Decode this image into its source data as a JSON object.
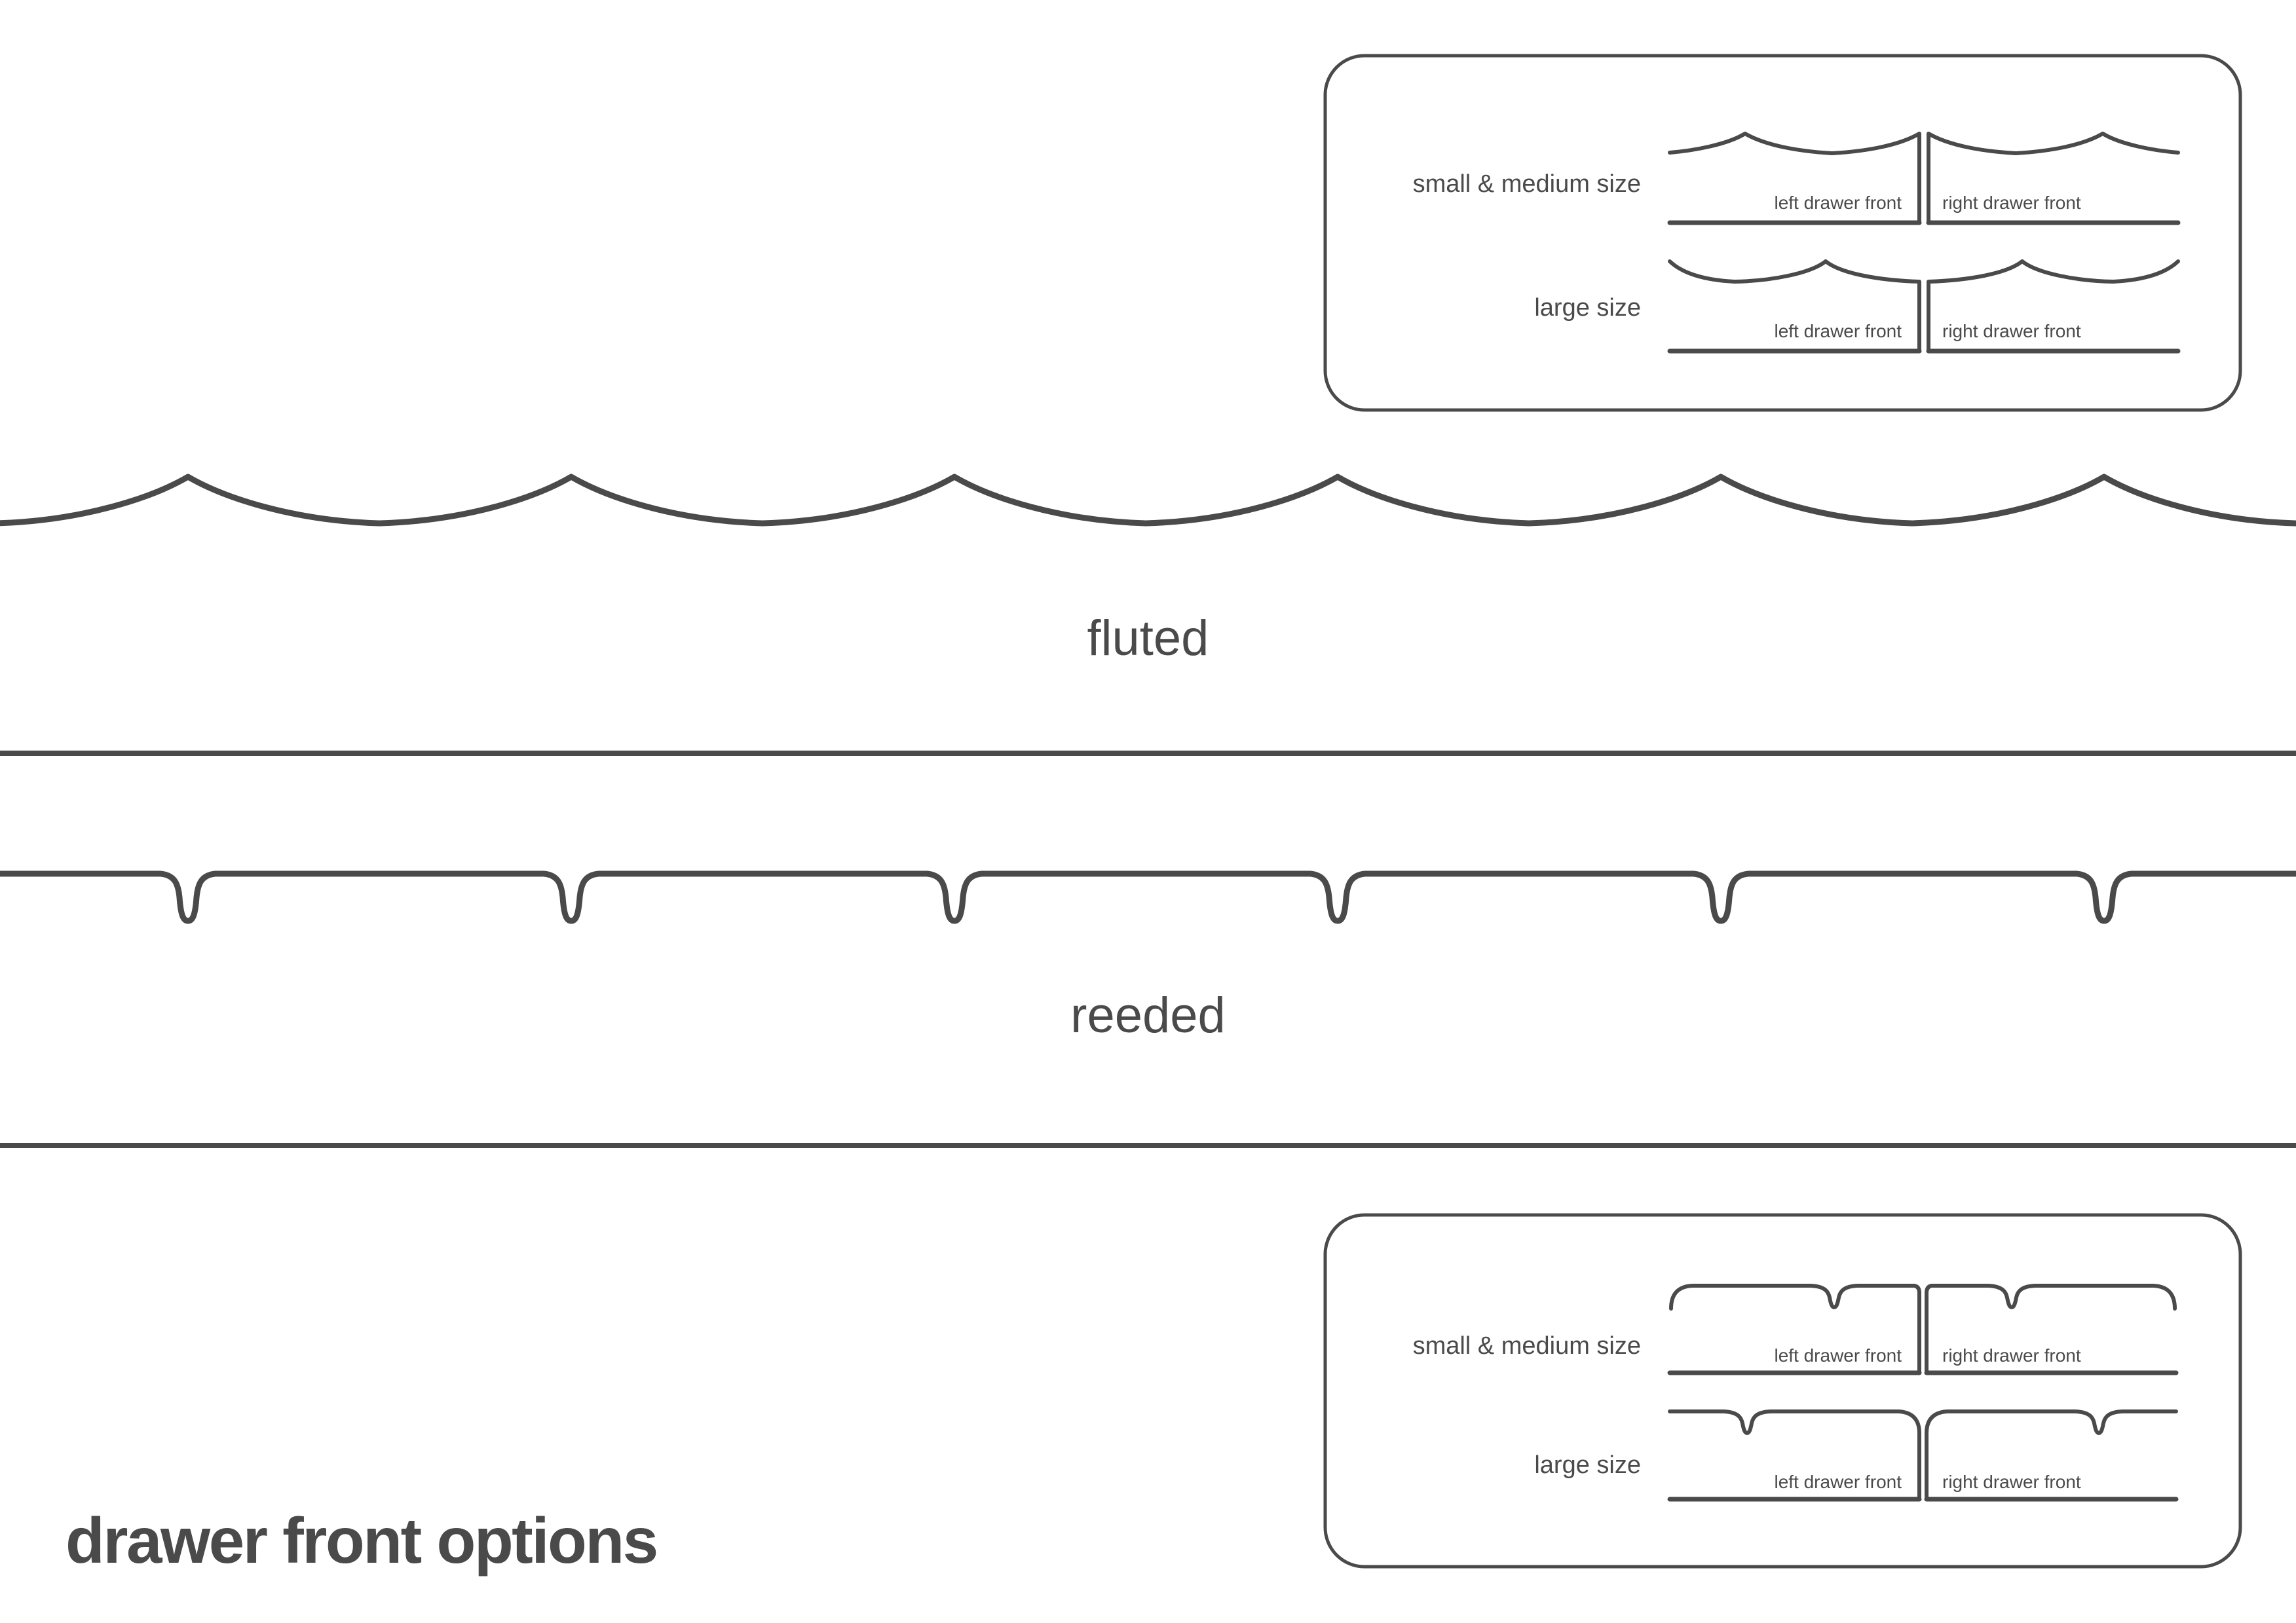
{
  "title": "drawer front options",
  "colors": {
    "line": "#4a4a4a",
    "text": "#4a4a4a",
    "background": "#ffffff"
  },
  "profiles": [
    {
      "id": "fluted",
      "label": "fluted"
    },
    {
      "id": "reeded",
      "label": "reeded"
    }
  ],
  "option_boxes": [
    {
      "id": "fluted-options",
      "rows": [
        {
          "size_label": "small & medium size",
          "left_piece_label": "left drawer front",
          "right_piece_label": "right drawer front"
        },
        {
          "size_label": "large size",
          "left_piece_label": "left drawer front",
          "right_piece_label": "right drawer front"
        }
      ]
    },
    {
      "id": "reeded-options",
      "rows": [
        {
          "size_label": "small & medium size",
          "left_piece_label": "left drawer front",
          "right_piece_label": "right drawer front"
        },
        {
          "size_label": "large size",
          "left_piece_label": "left drawer front",
          "right_piece_label": "right drawer front"
        }
      ]
    }
  ]
}
